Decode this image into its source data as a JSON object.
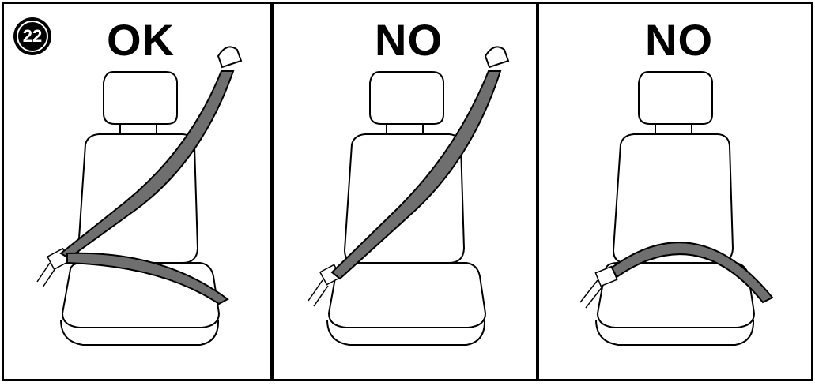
{
  "figure_number": "22",
  "panels": [
    {
      "label": "OK"
    },
    {
      "label": "NO"
    },
    {
      "label": "NO"
    }
  ],
  "colors": {
    "belt": "#6f6f6f",
    "line": "#000000",
    "background": "#ffffff"
  }
}
